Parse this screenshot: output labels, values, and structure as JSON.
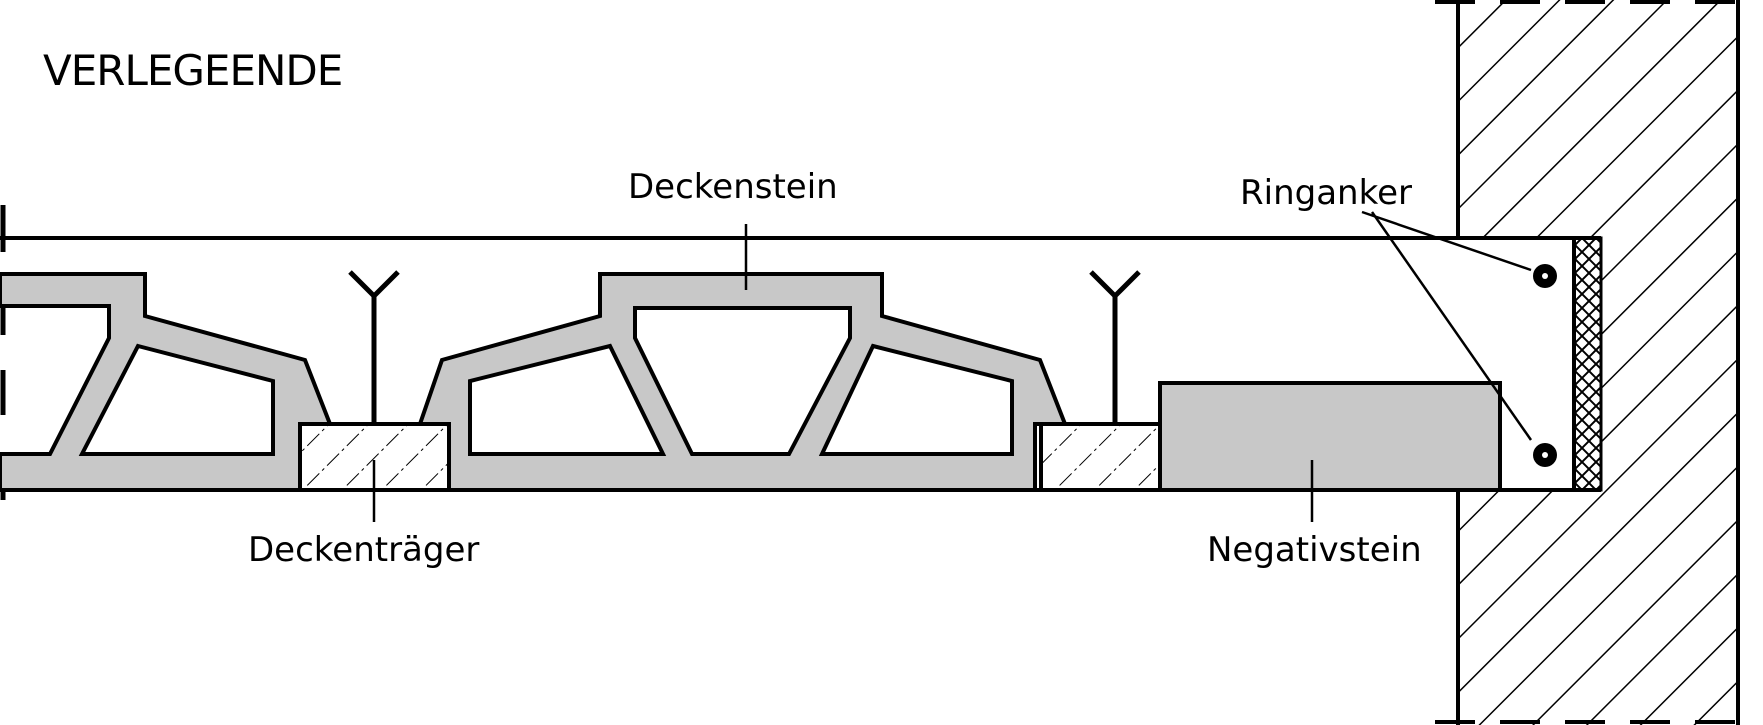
{
  "title": "VERLEGEENDE",
  "labels": {
    "deckenstein": "Deckenstein",
    "ringanker": "Ringanker",
    "deckentraeger": "Deckenträger",
    "negativstein": "Negativstein"
  },
  "colors": {
    "block_fill": "#c8c8c8",
    "line": "#000000",
    "background": "#ffffff"
  }
}
